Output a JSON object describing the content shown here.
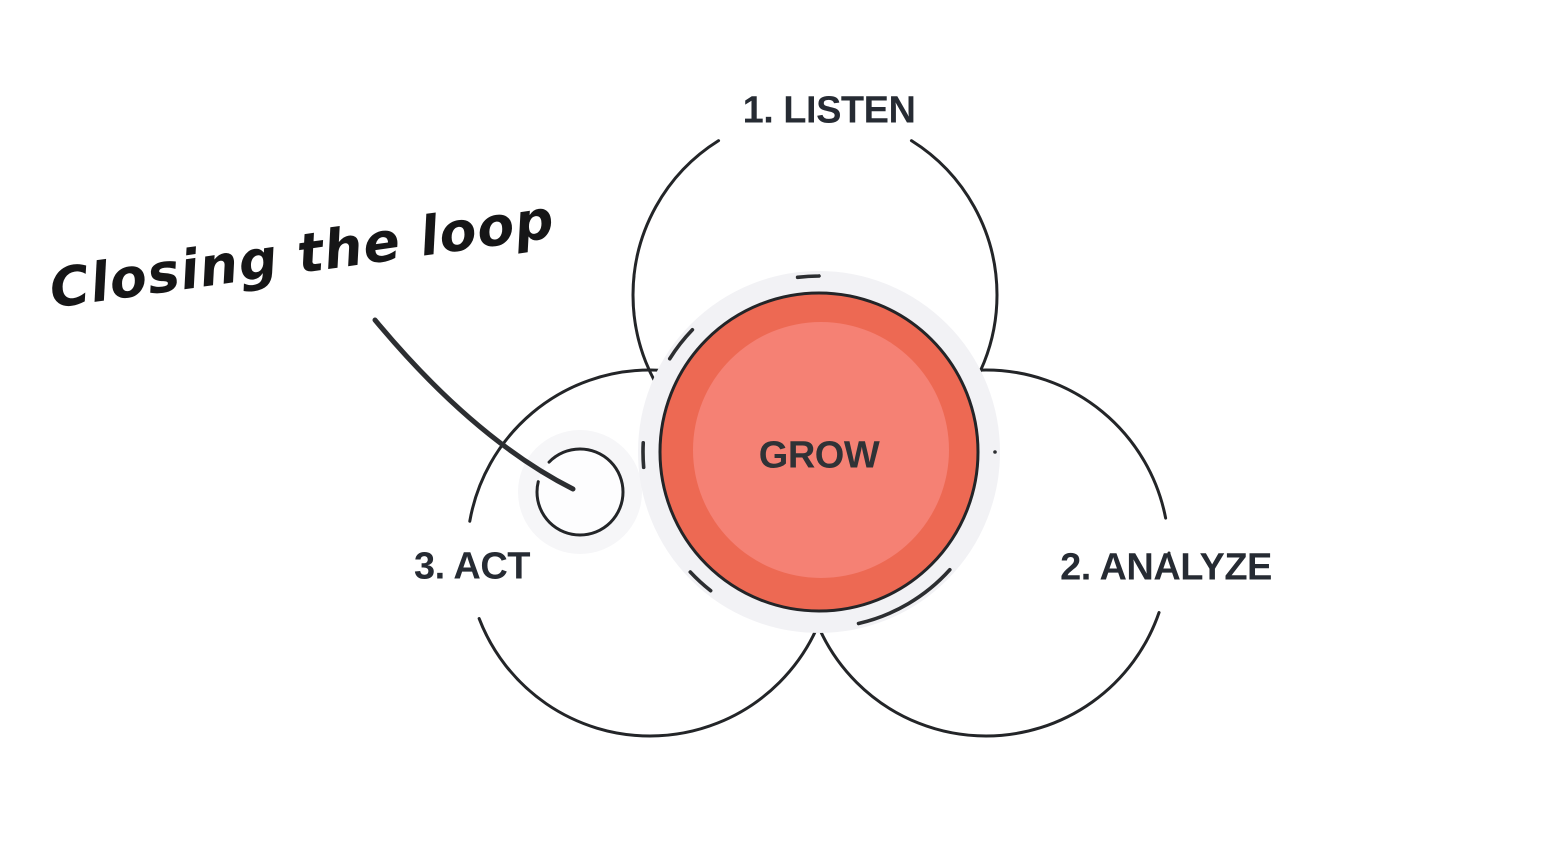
{
  "title": {
    "text": "Closing the loop"
  },
  "diagram": {
    "center_label": "GROW",
    "steps": [
      {
        "order": "1.",
        "label": "LISTEN",
        "full_label": "1. LISTEN"
      },
      {
        "order": "2.",
        "label": "ANALYZE",
        "full_label": "2. ANALYZE"
      },
      {
        "order": "3.",
        "label": "ACT",
        "full_label": "3. ACT"
      }
    ]
  },
  "icons": [
    {
      "name": "annotation-arrow",
      "meaning": "curved pointer line from title to loop-closing spot"
    },
    {
      "name": "callout-target-circle",
      "meaning": "small circle marking where the loop closes"
    }
  ],
  "colors": {
    "outline": "#232528",
    "red_outer": "#ed6953",
    "red_inner": "#f58174",
    "halo": "#f2f2f5",
    "halo_soft": "#f6f6f8",
    "label_text": "#262b33",
    "center_text": "#2f3236",
    "title_text": "#161617",
    "background": "#ffffff"
  }
}
